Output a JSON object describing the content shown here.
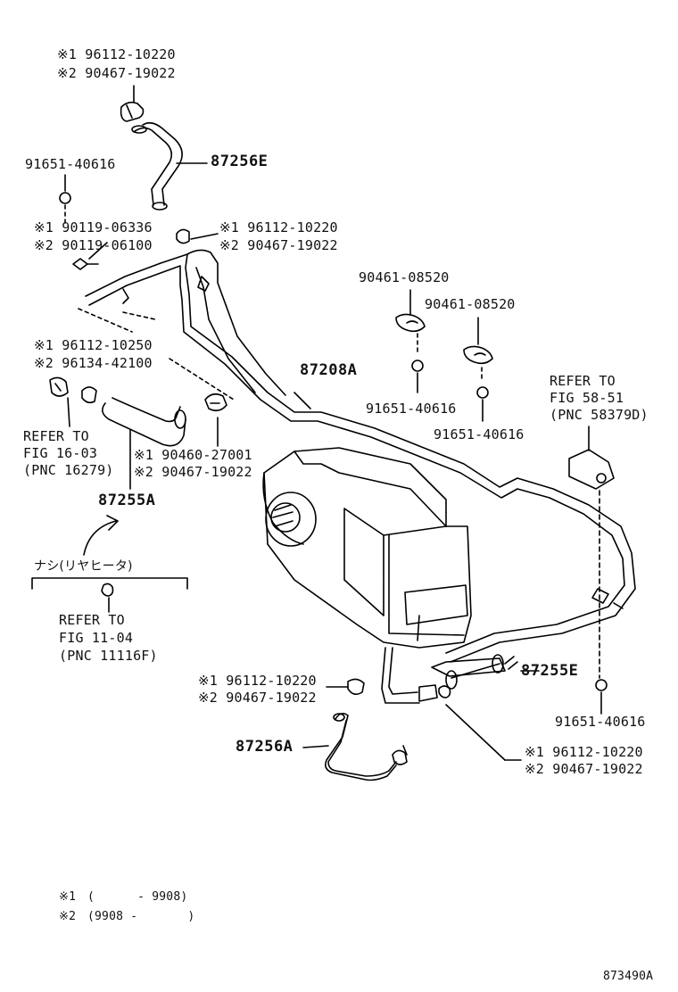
{
  "notes": {
    "ref1_code": "※1",
    "ref2_code": "※2",
    "ref1_range": "(      - 9908)",
    "ref2_range": "(9908 -       )"
  },
  "figure_id": "873490A",
  "clamp_top": {
    "ref1": "※1 96112-10220",
    "ref2": "※2 90467-19022"
  },
  "part_87256E": "87256E",
  "bolt_left_top": "91651-40616",
  "clip_left": {
    "ref1": "※1 90119-06336",
    "ref2": "※2 90119-06100"
  },
  "clamp_mid": {
    "ref1": "※1 96112-10220",
    "ref2": "※2 90467-19022"
  },
  "clamp_right_1": "90461-08520",
  "clamp_right_2": "90461-08520",
  "bolt_right_1": "91651-40616",
  "bolt_right_2": "91651-40616",
  "part_87208A": "87208A",
  "refer_right": {
    "line1": "REFER TO",
    "line2": "FIG 58-51",
    "line3": "(PNC 58379D)"
  },
  "clamp_left_hose": {
    "ref1": "※1 96112-10250",
    "ref2": "※2 96134-42100"
  },
  "refer_left": {
    "line1": "REFER TO",
    "line2": "FIG 16-03",
    "line3": "(PNC 16279)"
  },
  "clamp_hose_end": {
    "ref1": "※1 90460-27001",
    "ref2": "※2 90467-19022"
  },
  "part_87255A": "87255A",
  "jp_note": "ナシ(リヤヒータ)",
  "refer_bottom": {
    "line1": "REFER TO",
    "line2": "FIG 11-04",
    "line3": "(PNC 11116F)"
  },
  "clamp_low_left": {
    "ref1": "※1 96112-10220",
    "ref2": "※2 90467-19022"
  },
  "part_87255E": "87255E",
  "bolt_bottom_right": "91651-40616",
  "part_87256A": "87256A",
  "clamp_low_right": {
    "ref1": "※1 96112-10220",
    "ref2": "※2 90467-19022"
  }
}
